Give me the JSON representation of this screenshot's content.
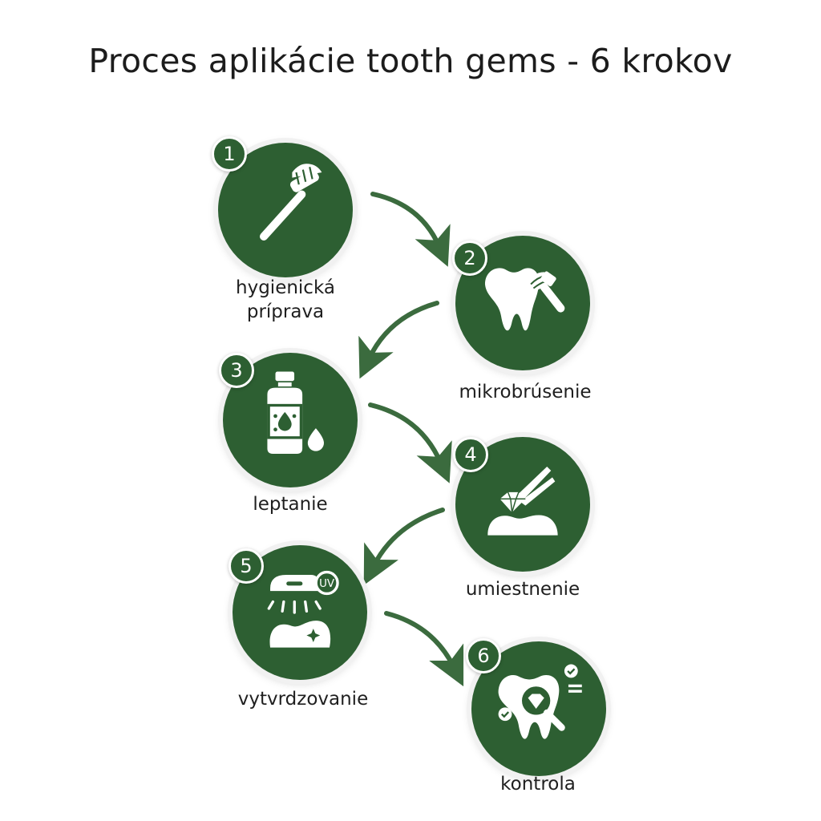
{
  "title": "Proces aplikácie tooth gems - 6 krokov",
  "colors": {
    "circle": "#2d5f32",
    "icon": "#ffffff",
    "arrow": "#3b6b3e"
  },
  "steps": [
    {
      "number": "1",
      "label": "hygienická\nprípravа",
      "icon": "toothbrush-icon"
    },
    {
      "number": "2",
      "label": "mikrobrúsenie",
      "icon": "tooth-polisher-icon"
    },
    {
      "number": "3",
      "label": "leptanie",
      "icon": "etching-bottle-icon"
    },
    {
      "number": "4",
      "label": "umiestnenie",
      "icon": "tweezers-gem-icon"
    },
    {
      "number": "5",
      "label": "vytvrdzovanie",
      "icon": "uv-lamp-icon"
    },
    {
      "number": "6",
      "label": "kontrola",
      "icon": "tooth-inspection-icon"
    }
  ]
}
